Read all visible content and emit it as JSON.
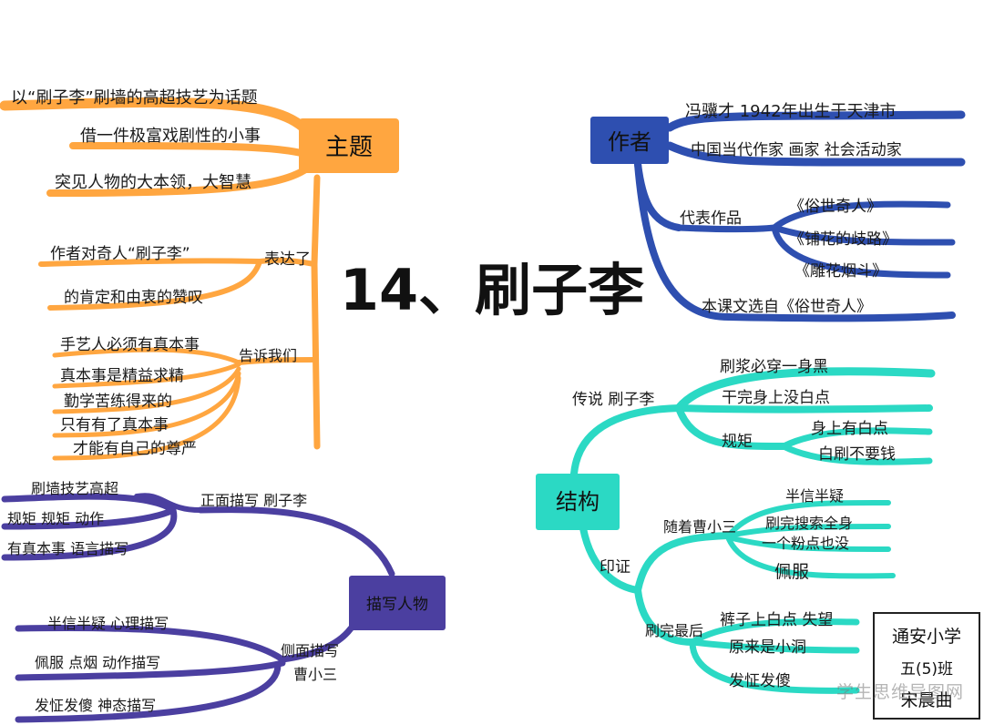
{
  "title": "14、刷子李",
  "colors": {
    "theme": "#FFA640",
    "author": "#2E4FB0",
    "structure": "#2BD9C4",
    "character": "#4B3FA0"
  },
  "theme": {
    "label": "主题",
    "items": [
      "以“刷子李”刷墙的高超技艺为话题",
      "借一件极富戏剧性的小事",
      "突见人物的大本领，大智慧"
    ],
    "express": {
      "label": "表达了",
      "items": [
        "作者对奇人“刷子李”",
        "的肯定和由衷的赞叹"
      ]
    },
    "tell": {
      "label": "告诉我们",
      "items": [
        "手艺人必须有真本事",
        "真本事是精益求精",
        "勤学苦练得来的",
        "只有有了真本事",
        "才能有自己的尊严"
      ]
    }
  },
  "author": {
    "label": "作者",
    "items": [
      "冯骥才 1942年出生于天津市",
      "中国当代作家 画家 社会活动家"
    ],
    "works": {
      "label": "代表作品",
      "items": [
        "《俗世奇人》",
        "《铺花的歧路》",
        "《雕花烟斗》"
      ]
    },
    "source": "本课文选自《俗世奇人》"
  },
  "structure": {
    "label": "结构",
    "legend": {
      "label": "传说 刷子李",
      "items": [
        "刷浆必穿一身黑",
        "干完身上没白点"
      ],
      "rule": {
        "label": "规矩",
        "items": [
          "身上有白点",
          "白刷不要钱"
        ]
      }
    },
    "verify": {
      "label": "印证",
      "follow": {
        "label": "随着曹小三",
        "items": [
          "半信半疑",
          "刷完搜索全身",
          "一个粉点也没",
          "佩服"
        ]
      },
      "last": {
        "label": "刷完最后",
        "items": [
          "裤子上白点 失望",
          "原来是小洞",
          "发怔发傻"
        ]
      }
    }
  },
  "character": {
    "label": "描写人物",
    "direct": {
      "label": "正面描写 刷子李",
      "items": [
        "刷墙技艺高超",
        "规矩 规矩 动作",
        "有真本事 语言描写"
      ]
    },
    "side": {
      "label": "侧面描写",
      "sub": "曹小三",
      "items": [
        "半信半疑 心理描写",
        "佩服 点烟 动作描写",
        "发怔发傻 神态描写"
      ]
    }
  },
  "signature": {
    "school": "通安小学",
    "class": "五(5)班",
    "name": "宋晨曲"
  },
  "watermark": "学生思维导图网"
}
